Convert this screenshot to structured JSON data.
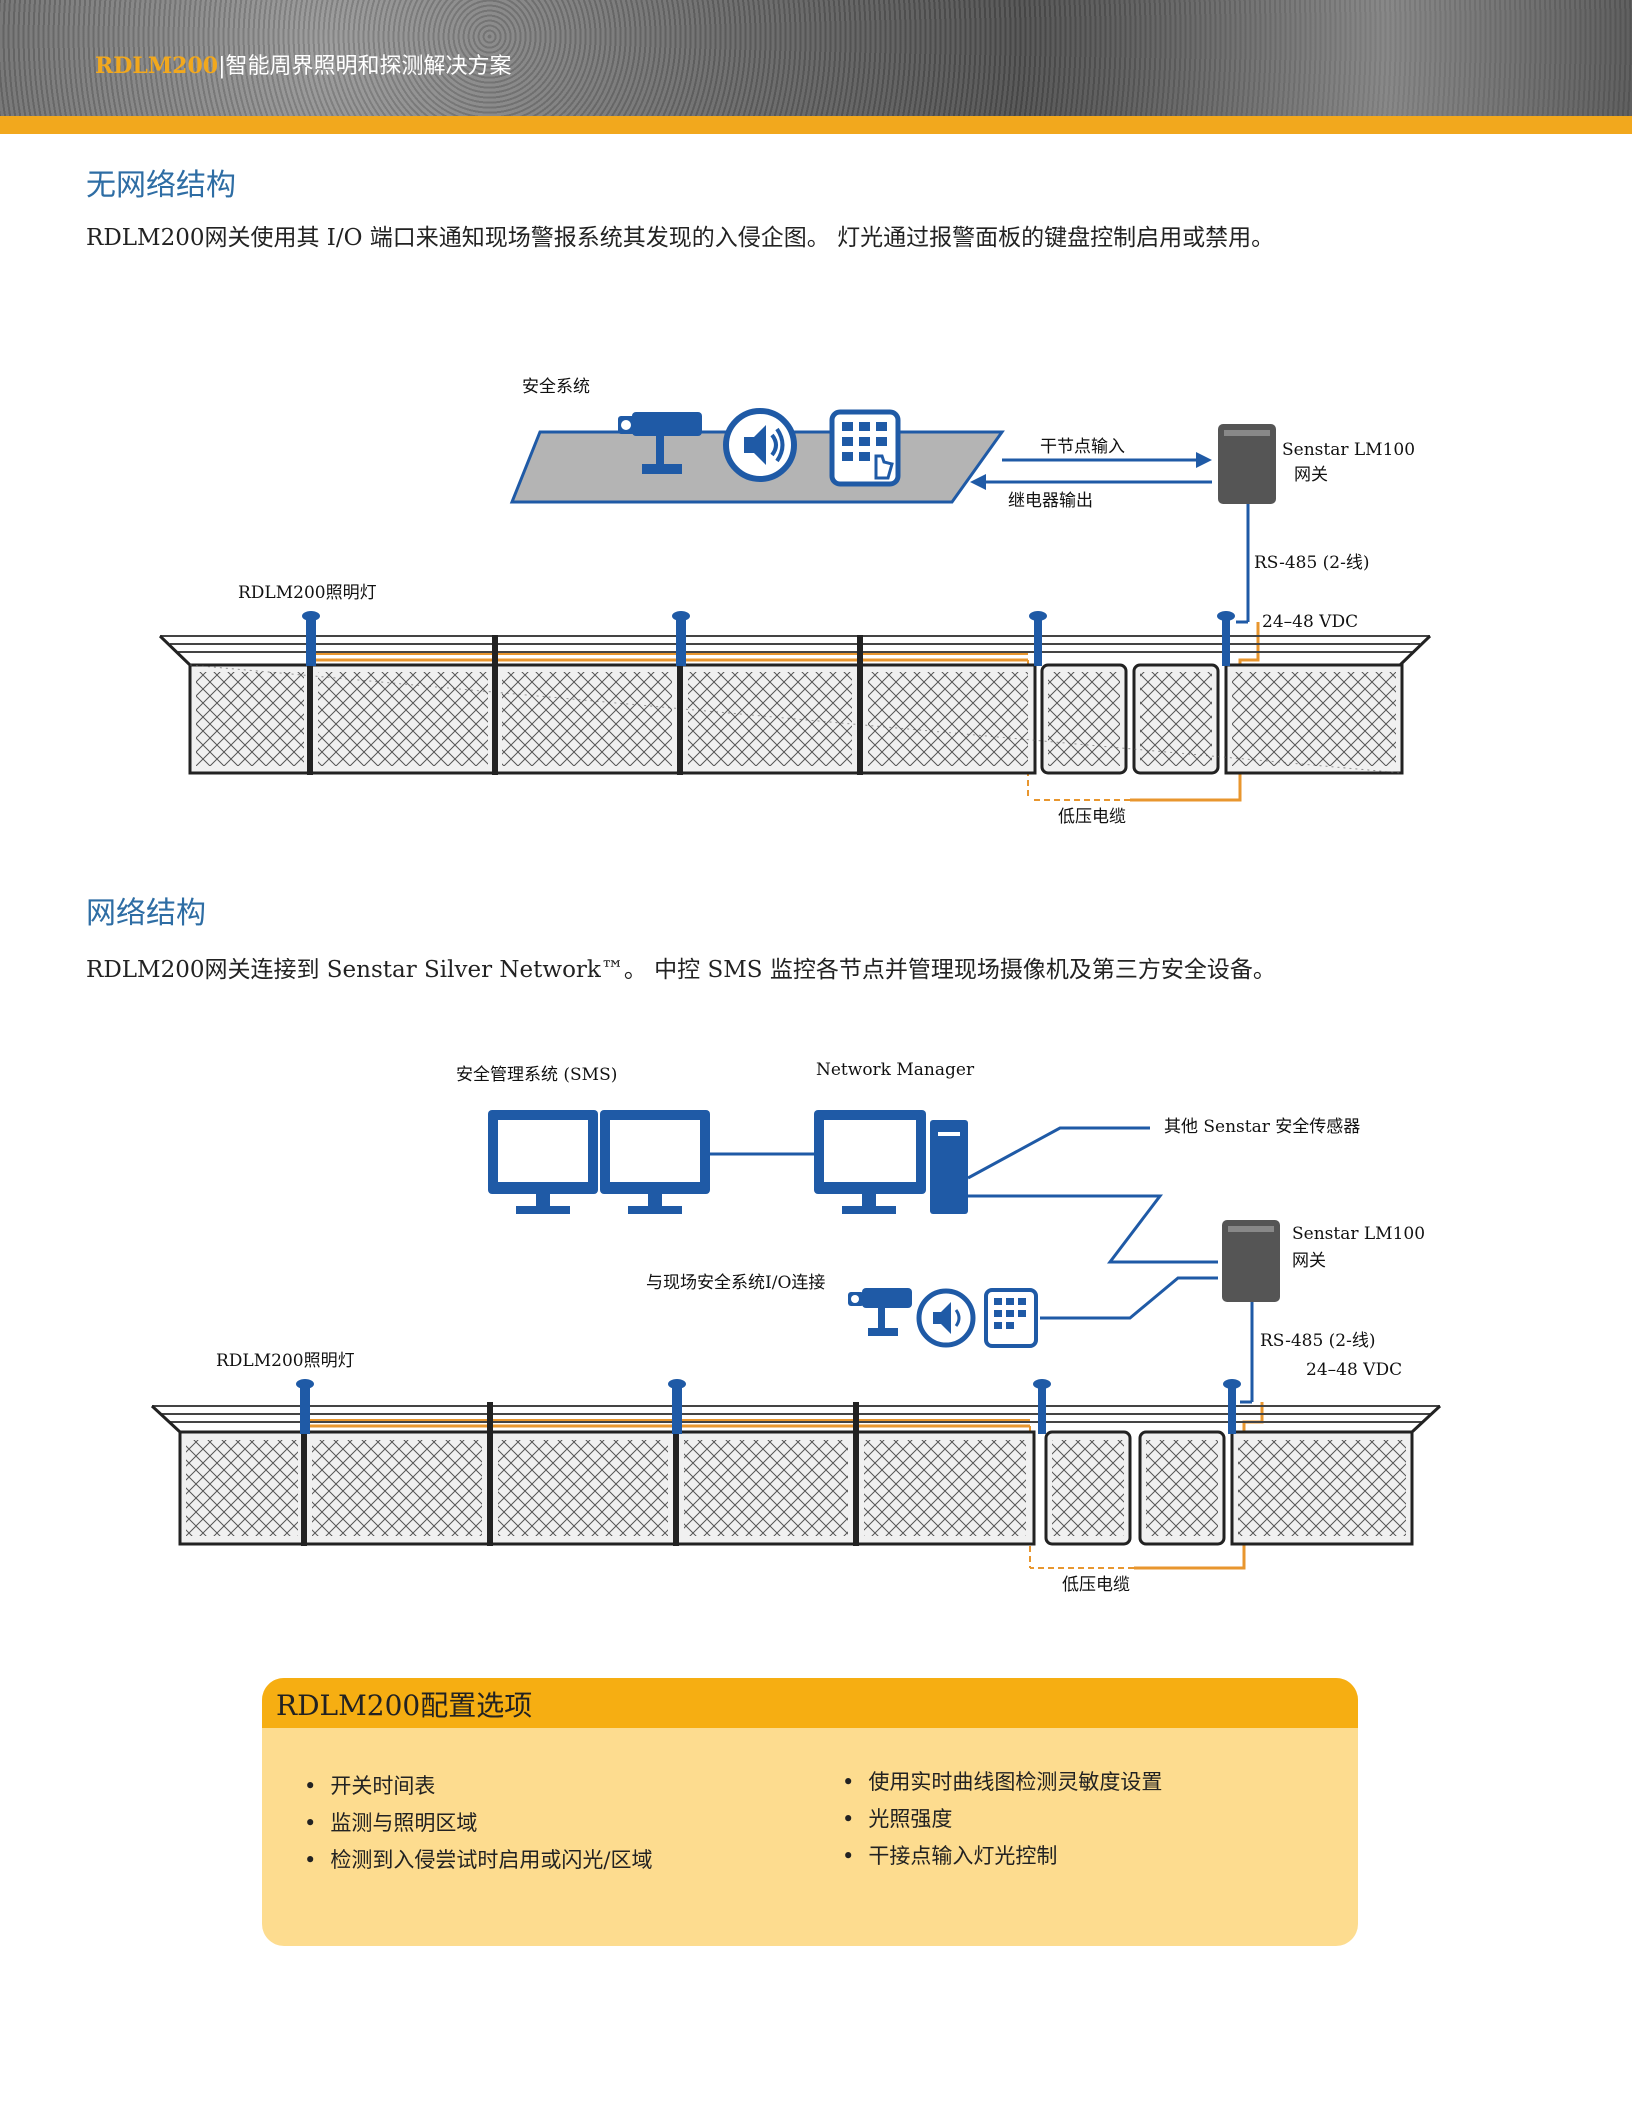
{
  "header": {
    "brand": "RDLM200",
    "separator": "|",
    "title": "智能周界照明和探测解决方案"
  },
  "section1": {
    "title": "无网络结构",
    "text": "RDLM200网关使用其 I/O 端口来通知现场警报系统其发现的入侵企图。 灯光通过报警面板的键盘控制启用或禁用。",
    "diagram": {
      "security_system": "安全系统",
      "dry_contact_input": "干节点输入",
      "relay_output": "继电器输出",
      "gateway": "Senstar LM100",
      "gateway_sub": "网关",
      "rs485": "RS-485 (2-线)",
      "power": "24–48 VDC",
      "light_label": "RDLM200照明灯",
      "cable": "低压电缆",
      "icons": [
        "camera-icon",
        "speaker-icon",
        "keypad-icon"
      ]
    }
  },
  "section2": {
    "title": "网络结构",
    "text": "RDLM200网关连接到 Senstar Silver Network™。 中控 SMS 监控各节点并管理现场摄像机及第三方安全设备。",
    "diagram": {
      "sms": "安全管理系统 (SMS)",
      "network_manager": "Network Manager",
      "other_sensors": "其他 Senstar 安全传感器",
      "gateway": "Senstar LM100",
      "gateway_sub": "网关",
      "io_connect": "与现场安全系统I/O连接",
      "rs485": "RS-485 (2-线)",
      "power": "24–48 VDC",
      "light_label": "RDLM200照明灯",
      "cable": "低压电缆",
      "icons": [
        "monitor-icon",
        "computer-icon",
        "camera-icon",
        "speaker-icon",
        "keypad-icon"
      ]
    }
  },
  "options": {
    "title": "RDLM200配置选项",
    "left": [
      "开关时间表",
      "监测与照明区域",
      "检测到入侵尝试时启用或闪光/区域"
    ],
    "right": [
      "使用实时曲线图检测灵敏度设置",
      "光照强度",
      "干接点输入灯光控制"
    ]
  },
  "colors": {
    "accent": "#f2a81d",
    "title_blue": "#2e6da4",
    "icon_blue": "#1f5aa6",
    "cable_orange": "#e8962e",
    "panel": "#fddc8f"
  }
}
